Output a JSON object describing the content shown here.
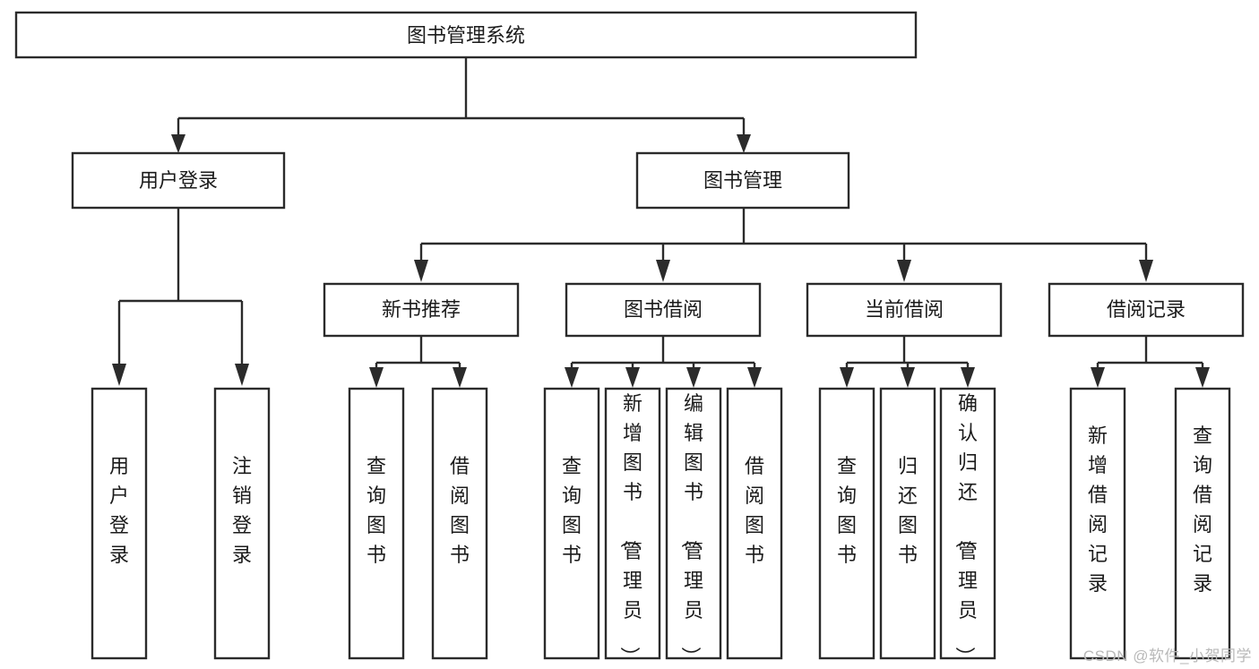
{
  "diagram": {
    "type": "tree",
    "title": "图书管理系统",
    "watermark": "CSDN @软件_小贺同学",
    "levels": {
      "root": {
        "label": "图书管理系统"
      },
      "level2": [
        {
          "label": "用户登录"
        },
        {
          "label": "图书管理"
        }
      ],
      "level3": [
        {
          "label": "新书推荐"
        },
        {
          "label": "图书借阅"
        },
        {
          "label": "当前借阅"
        },
        {
          "label": "借阅记录"
        }
      ],
      "leaves": [
        {
          "label": "用户登录",
          "parent": "用户登录"
        },
        {
          "label": "注销登录",
          "parent": "用户登录"
        },
        {
          "label": "查询图书",
          "parent": "新书推荐"
        },
        {
          "label": "借阅图书",
          "parent": "新书推荐"
        },
        {
          "label": "查询图书",
          "parent": "图书借阅"
        },
        {
          "label": "新增图书（管理员）",
          "parent": "图书借阅"
        },
        {
          "label": "编辑图书（管理员）",
          "parent": "图书借阅"
        },
        {
          "label": "借阅图书",
          "parent": "图书借阅"
        },
        {
          "label": "查询图书",
          "parent": "当前借阅"
        },
        {
          "label": "归还图书",
          "parent": "当前借阅"
        },
        {
          "label": "确认归还（管理员）",
          "parent": "当前借阅"
        },
        {
          "label": "新增借阅记录",
          "parent": "借阅记录"
        },
        {
          "label": "查询借阅记录",
          "parent": "借阅记录"
        }
      ]
    },
    "colors": {
      "stroke": "#2b2b2b",
      "fill": "#ffffff",
      "text": "#1b1b1b",
      "watermark": "#b9b9b9"
    }
  }
}
